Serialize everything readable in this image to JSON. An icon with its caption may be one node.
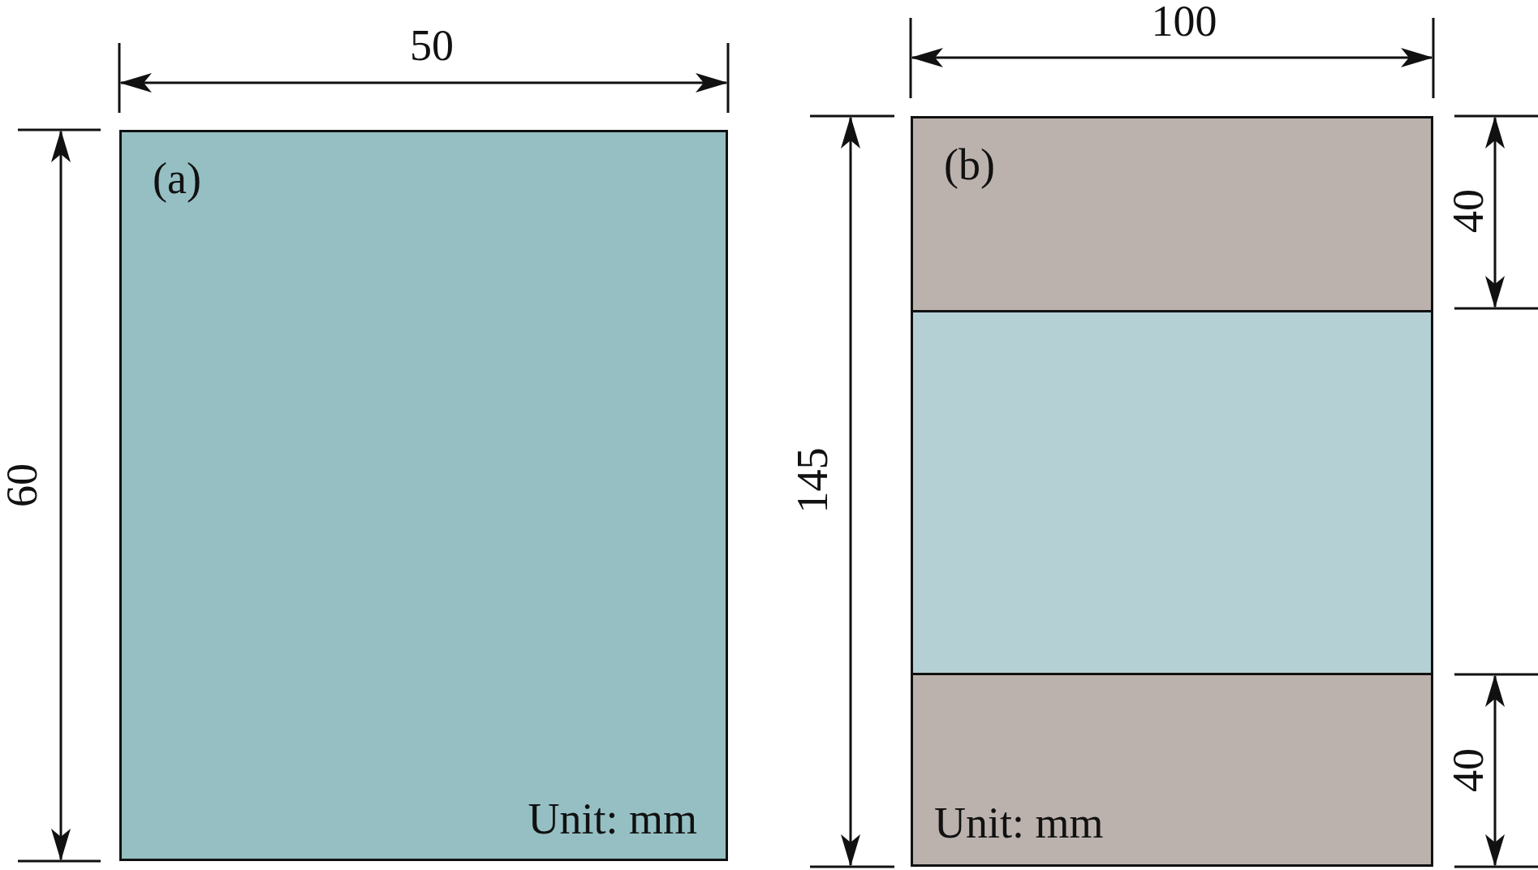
{
  "diagram": {
    "nodes": [
      {
        "text": [
          "(a)",
          "Unit: mm"
        ]
      },
      {
        "text": [
          "(b)"
        ]
      },
      {
        "text": [],
        "shape": "box"
      },
      {
        "text": [
          "Unit: mm"
        ]
      }
    ],
    "edges": [],
    "labels": [
      "50",
      "60",
      "100",
      "145",
      "40",
      "40"
    ]
  }
}
